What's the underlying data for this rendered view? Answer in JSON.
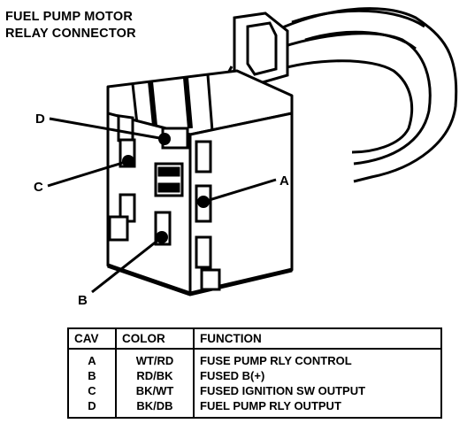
{
  "title": {
    "line1": "FUEL PUMP MOTOR",
    "line2": "RELAY CONNECTOR"
  },
  "callouts": {
    "a": "A",
    "b": "B",
    "c": "C",
    "d": "D"
  },
  "table": {
    "headers": {
      "cav": "CAV",
      "color": "COLOR",
      "function": "FUNCTION"
    },
    "rows": [
      {
        "cav": "A",
        "color": "WT/RD",
        "function": "FUSE PUMP RLY CONTROL"
      },
      {
        "cav": "B",
        "color": "RD/BK",
        "function": "FUSED B(+)"
      },
      {
        "cav": "C",
        "color": "BK/WT",
        "function": "FUSED IGNITION SW OUTPUT"
      },
      {
        "cav": "D",
        "color": "BK/DB",
        "function": "FUEL PUMP RLY OUTPUT"
      }
    ]
  }
}
